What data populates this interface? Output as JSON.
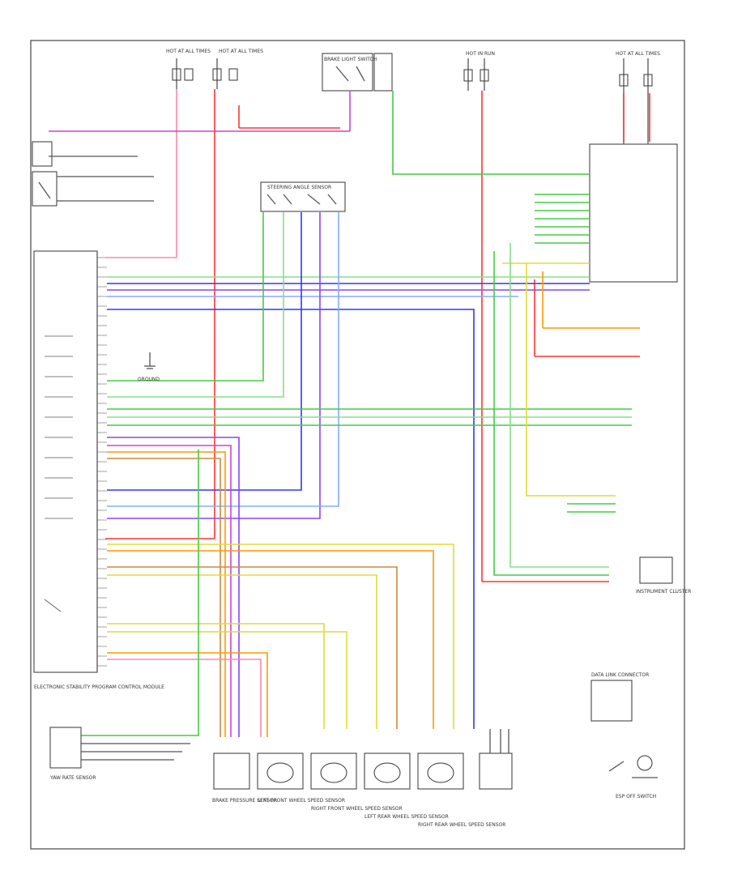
{
  "diagram": {
    "footer_code": "",
    "labels": {
      "hot_fuse_1": "HOT AT ALL TIMES",
      "hot_fuse_2": "HOT AT ALL TIMES",
      "hot_fuse_3": "HOT IN RUN",
      "hot_fuse_4": "HOT AT ALL TIMES",
      "brake_light_relay": "BRAKE LIGHT SWITCH",
      "ecm_module": "ELECTRONIC STABILITY PROGRAM CONTROL MODULE",
      "steering_angle_sensor": "STEERING ANGLE SENSOR",
      "wheel_lf": "LEFT FRONT WHEEL SPEED SENSOR",
      "wheel_rf": "RIGHT FRONT WHEEL SPEED SENSOR",
      "wheel_lr": "LEFT REAR WHEEL SPEED SENSOR",
      "wheel_rr": "RIGHT REAR WHEEL SPEED SENSOR",
      "brake_pressure": "BRAKE PRESSURE SENSOR",
      "yaw_sensor": "YAW RATE SENSOR",
      "esp_switch": "ESP OFF SWITCH",
      "instrument_cluster": "INSTRUMENT CLUSTER",
      "data_link": "DATA LINK CONNECTOR",
      "ground": "GROUND"
    },
    "wire_colors": {
      "red": "#ff3333",
      "pink": "#ff88aa",
      "magenta": "#cc44cc",
      "green": "#44cc44",
      "blue": "#3333ff",
      "violet": "#8844ff",
      "yellow": "#dddd33",
      "orange": "#ff9900",
      "brown": "#cc8844",
      "gray": "#777777",
      "light_blue": "#88aaff",
      "light_green": "#88dd88"
    }
  }
}
